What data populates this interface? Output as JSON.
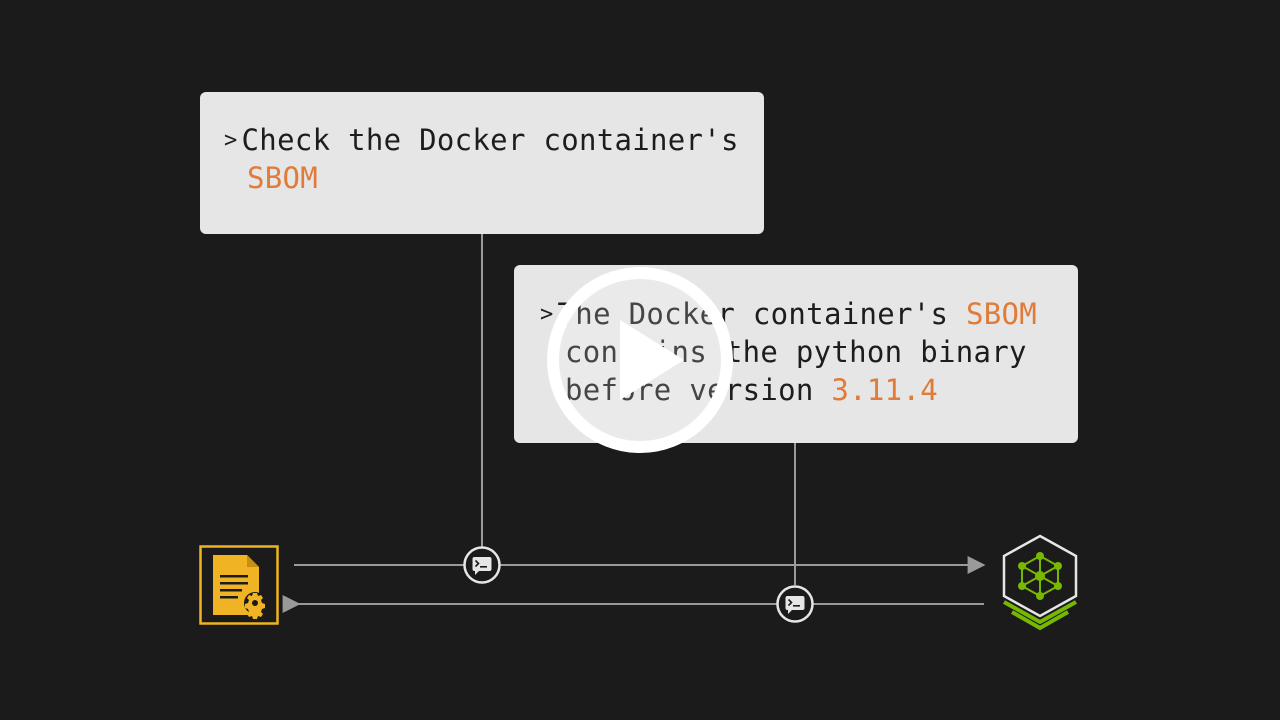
{
  "request_bubble": {
    "prompt": ">",
    "line1": "Check the Docker container's",
    "line2_highlight": "SBOM"
  },
  "response_bubble": {
    "prompt": ">",
    "line1_text": "The Docker container's ",
    "line1_highlight": "SBOM",
    "line2_text": "contains the python binary",
    "line3_text": "before version ",
    "line3_highlight": "3.11.4"
  },
  "icons": {
    "left": "document-gear-icon",
    "right": "hexagon-network-icon",
    "message": "terminal-message-icon",
    "play": "play-icon"
  },
  "colors": {
    "background": "#1b1b1b",
    "bubble": "#e6e6e6",
    "highlight": "#e07b39",
    "document_accent": "#f0b323",
    "node_accent": "#76b900"
  }
}
